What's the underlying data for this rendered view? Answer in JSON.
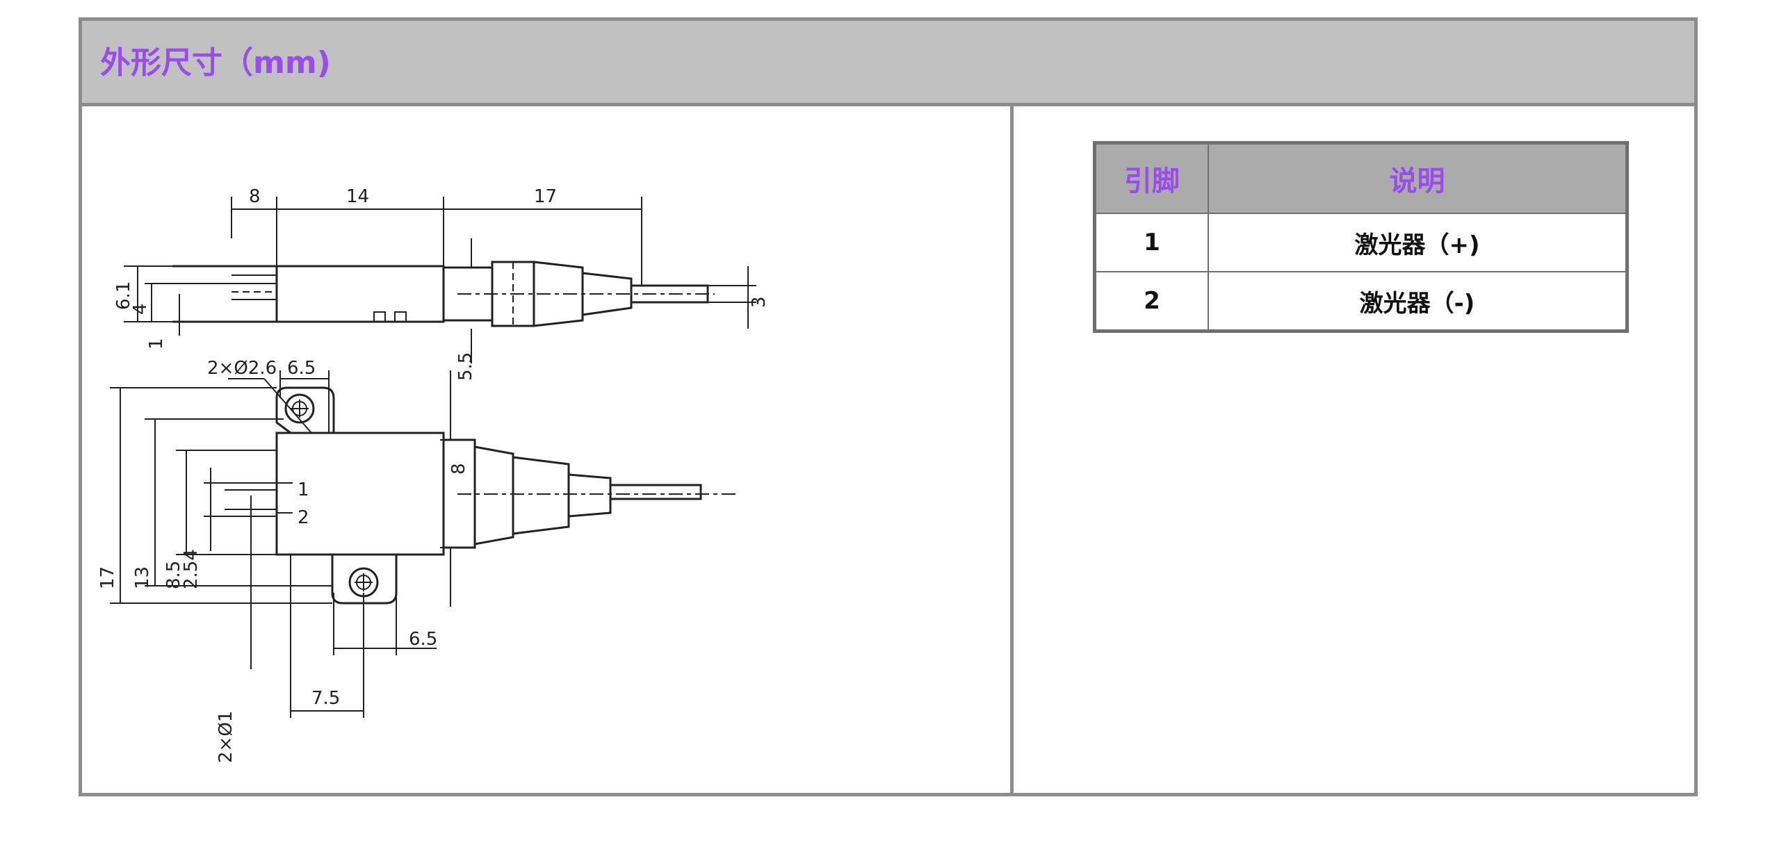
{
  "header": {
    "title": "外形尺寸（mm)"
  },
  "drawing": {
    "dims": [
      "8",
      "14",
      "17",
      "6.1",
      "4",
      "1",
      "5.5",
      "3",
      "2×Ø2.6",
      "6.5",
      "8",
      "17",
      "13",
      "8.5",
      "2.54",
      "1",
      "2",
      "2×Ø1",
      "6.5",
      "7.5"
    ]
  },
  "pin_table": {
    "headers": [
      "引脚",
      "说明"
    ],
    "rows": [
      {
        "pin": "1",
        "desc": "激光器（+)"
      },
      {
        "pin": "2",
        "desc": "激光器（-)"
      }
    ]
  }
}
